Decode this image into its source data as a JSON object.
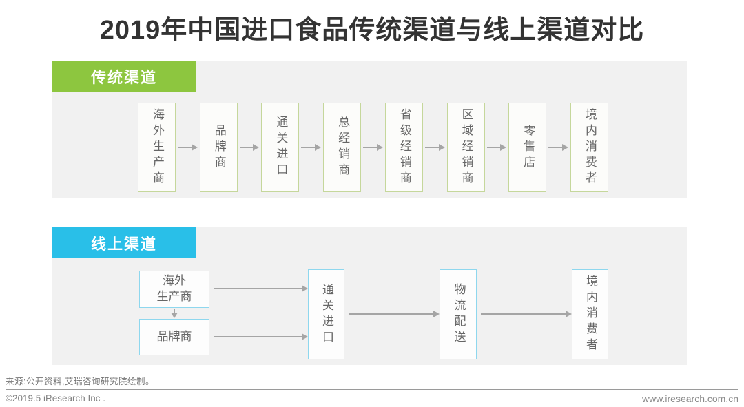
{
  "title": "2019年中国进口食品传统渠道与线上渠道对比",
  "sections": {
    "traditional": {
      "label": "传统渠道",
      "accent_color": "#8dc63f",
      "node_border_color": "#c5d79b",
      "nodes": [
        "海外生产商",
        "品牌商",
        "通关进口",
        "总经销商",
        "省级经销商",
        "区域经销商",
        "零售店",
        "境内消费者"
      ]
    },
    "online": {
      "label": "线上渠道",
      "accent_color": "#29bfe8",
      "node_border_color": "#8ed7ee",
      "nodes": [
        "海外\n生产商",
        "品牌商",
        "通关进口",
        "物流配送",
        "境内消费者"
      ]
    }
  },
  "footer": {
    "source": "来源:公开资料,艾瑞咨询研究院绘制。",
    "copyright": "©2019.5 iResearch Inc .",
    "website": "www.iresearch.com.cn"
  },
  "colors": {
    "panel_background": "#f1f1f1",
    "title_text": "#333333",
    "node_text": "#666666",
    "arrow": "#a5a5a5"
  }
}
